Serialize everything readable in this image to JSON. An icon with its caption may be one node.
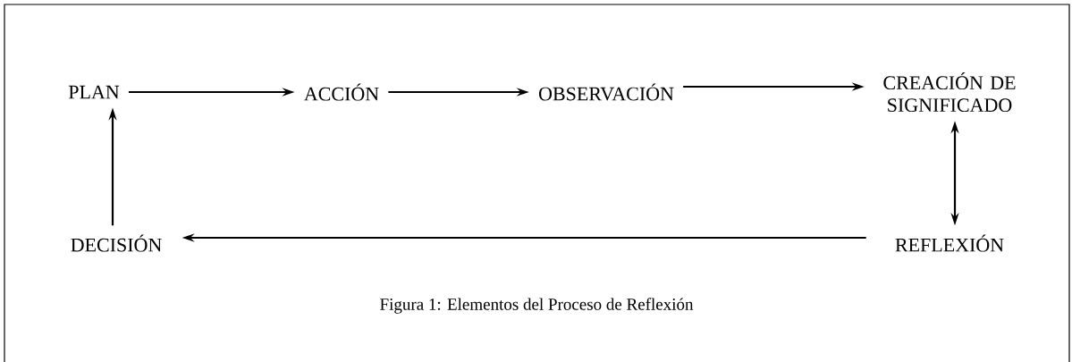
{
  "diagram": {
    "caption": "Figura 1: Elementos del Proceso de Reflexión",
    "nodes": [
      {
        "text": [
          "PLAN"
        ]
      },
      {
        "text": [
          "ACCIÓN"
        ]
      },
      {
        "text": [
          "OBSERVACIÓN"
        ]
      },
      {
        "text": [
          "CREACIÓN DE SIGNIFICADO"
        ]
      },
      {
        "text": [
          "REFLEXIÓN"
        ]
      },
      {
        "text": [
          "DECISIÓN"
        ]
      }
    ],
    "edges": [
      {
        "from": 0,
        "to": 1,
        "arrow": "to"
      },
      {
        "from": 1,
        "to": 2,
        "arrow": "to"
      },
      {
        "from": 2,
        "to": 3,
        "arrow": "to"
      },
      {
        "from": 3,
        "to": 4,
        "arrow": "both"
      },
      {
        "from": 4,
        "to": 5,
        "arrow": "to"
      },
      {
        "from": 5,
        "to": 0,
        "arrow": "to"
      }
    ]
  }
}
